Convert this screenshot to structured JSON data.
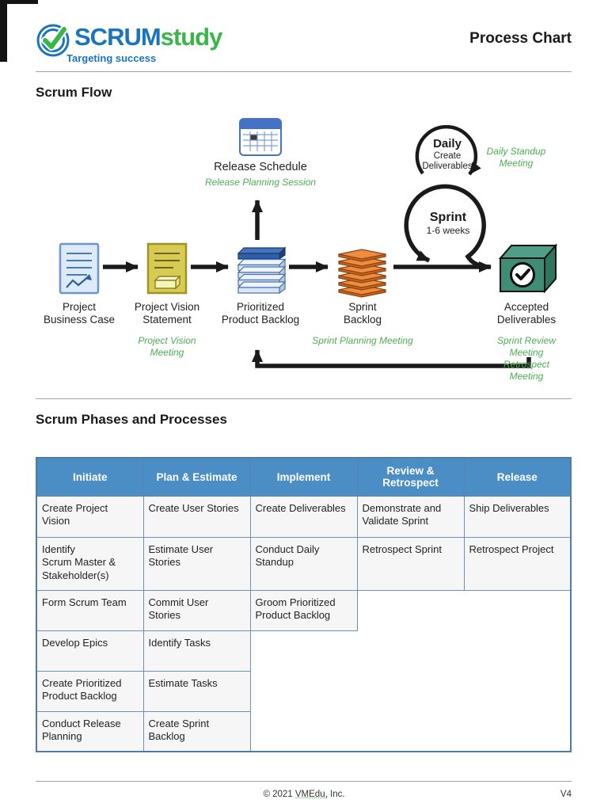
{
  "header": {
    "logo_scrum": "SCRUM",
    "logo_study": "study",
    "tagline": "Targeting success",
    "title": "Process Chart"
  },
  "sections": {
    "flow_title": "Scrum Flow",
    "table_title": "Scrum Phases and Processes"
  },
  "flow": {
    "release": {
      "label": "Release Schedule",
      "meeting": "Release Planning Session"
    },
    "daily_loop": {
      "title": "Daily",
      "line1": "Create",
      "line2": "Deliverables",
      "meeting": "Daily Standup\nMeeting"
    },
    "sprint_loop": {
      "title": "Sprint",
      "subtitle": "1-6 weeks"
    },
    "nodes": [
      {
        "label": "Project\nBusiness Case",
        "meeting": ""
      },
      {
        "label": "Project Vision\nStatement",
        "meeting": "Project Vision\nMeeting"
      },
      {
        "label": "Prioritized\nProduct Backlog",
        "meeting": ""
      },
      {
        "label": "Sprint\nBacklog",
        "meeting": "Sprint Planning Meeting"
      },
      {
        "label": "Accepted\nDeliverables",
        "meeting": "Sprint Review Meeting\nRetrospect Meeting"
      }
    ]
  },
  "table": {
    "headers": [
      "Initiate",
      "Plan & Estimate",
      "Implement",
      "Review &\nRetrospect",
      "Release"
    ],
    "rows": [
      [
        "Create Project\nVision",
        "Create User Stories",
        "Create Deliverables",
        "Demonstrate and\nValidate Sprint",
        "Ship Deliverables"
      ],
      [
        "Identify\nScrum Master &\nStakeholder(s)",
        "Estimate User\nStories",
        "Conduct Daily\nStandup",
        "Retrospect Sprint",
        "Retrospect Project"
      ],
      [
        "Form Scrum Team",
        "Commit User\nStories",
        "Groom Prioritized\nProduct Backlog",
        null,
        null
      ],
      [
        "Develop Epics",
        "Identify Tasks",
        null,
        null,
        null
      ],
      [
        "Create Prioritized\nProduct Backlog",
        "Estimate Tasks",
        null,
        null,
        null
      ],
      [
        "Conduct Release\nPlanning",
        "Create Sprint\nBacklog",
        null,
        null,
        null
      ]
    ]
  },
  "footer": {
    "copyright_prefix": "© 2021 ",
    "company_link": "VMEdu,",
    "copyright_suffix": " Inc.",
    "version": "V4"
  },
  "icons": {
    "logo": "check-circle-icon",
    "release_schedule": "calendar-icon",
    "project_business_case": "document-chart-icon",
    "project_vision_statement": "vision-document-icon",
    "prioritized_product_backlog": "blue-stack-icon",
    "sprint_backlog": "orange-stack-icon",
    "accepted_deliverables": "cube-check-icon",
    "sprint": "loop-arrow-icon",
    "daily": "loop-arrow-icon"
  },
  "colors": {
    "accent-blue": "#1b75bc",
    "accent-green": "#3ab54a",
    "meeting-green": "#4cae52",
    "table-header-blue": "#4b8ec5",
    "table-border": "#6e93b2",
    "cell-bg": "#f6f6f6"
  }
}
